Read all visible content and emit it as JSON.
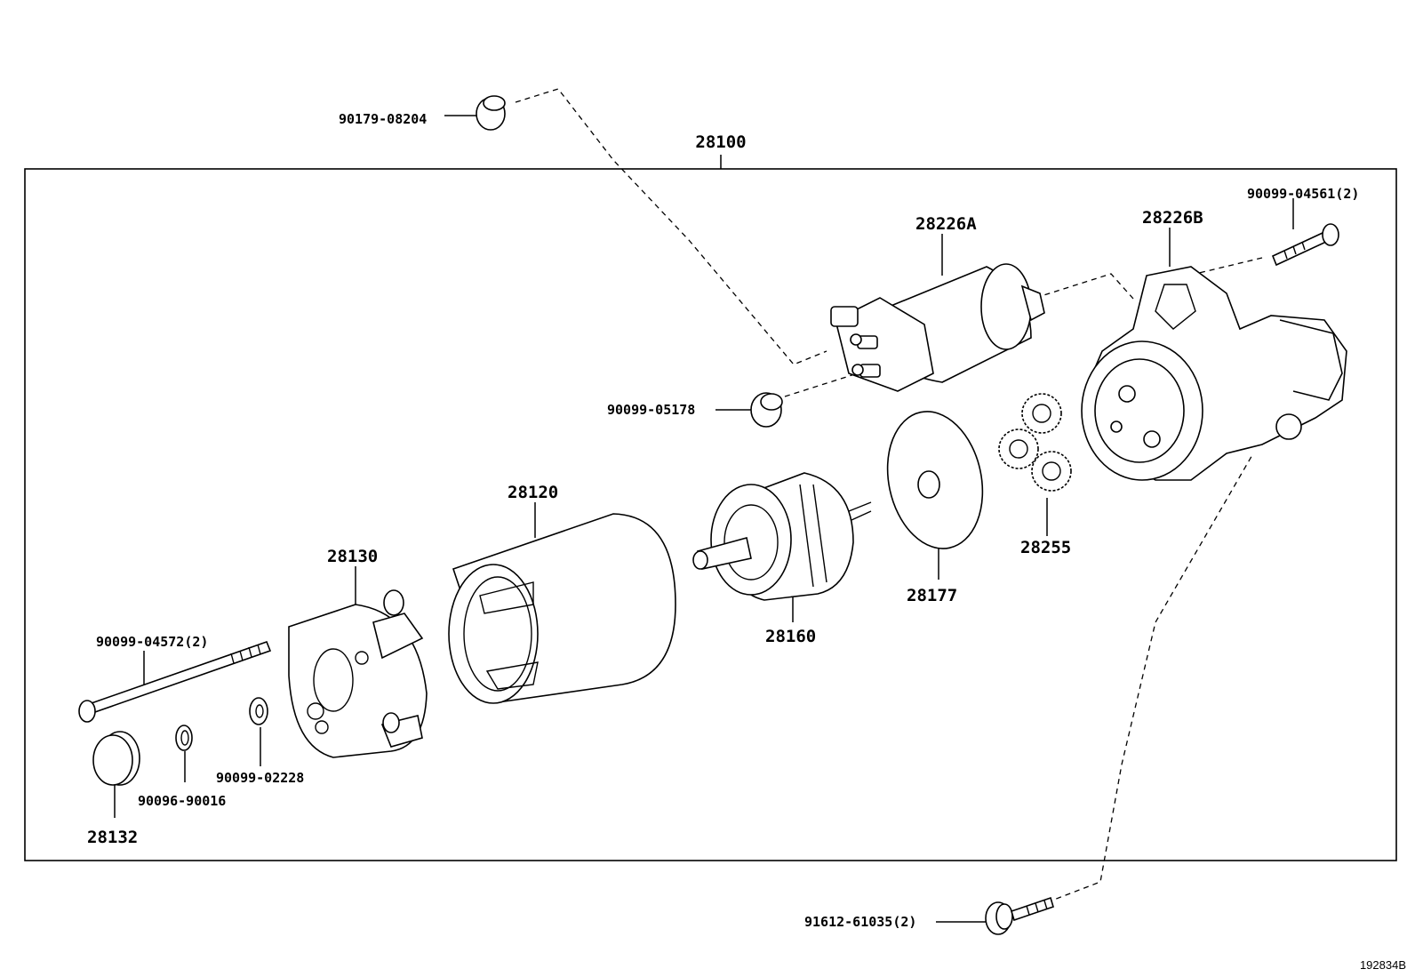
{
  "diagram": {
    "assembly_label": "28100",
    "figure_id": "192834B",
    "parts": [
      {
        "key": "p90179_08204",
        "number": "90179-08204"
      },
      {
        "key": "p28226A",
        "number": "28226A"
      },
      {
        "key": "p28226B",
        "number": "28226B"
      },
      {
        "key": "p90099_04561",
        "number": "90099-04561(2)"
      },
      {
        "key": "p90099_05178",
        "number": "90099-05178"
      },
      {
        "key": "p28120",
        "number": "28120"
      },
      {
        "key": "p28130",
        "number": "28130"
      },
      {
        "key": "p28160",
        "number": "28160"
      },
      {
        "key": "p28177",
        "number": "28177"
      },
      {
        "key": "p28255",
        "number": "28255"
      },
      {
        "key": "p90099_04572",
        "number": "90099-04572(2)"
      },
      {
        "key": "p90099_02228",
        "number": "90099-02228"
      },
      {
        "key": "p90096_90016",
        "number": "90096-90016"
      },
      {
        "key": "p28132",
        "number": "28132"
      },
      {
        "key": "p91612_61035",
        "number": "91612-61035(2)"
      }
    ]
  }
}
